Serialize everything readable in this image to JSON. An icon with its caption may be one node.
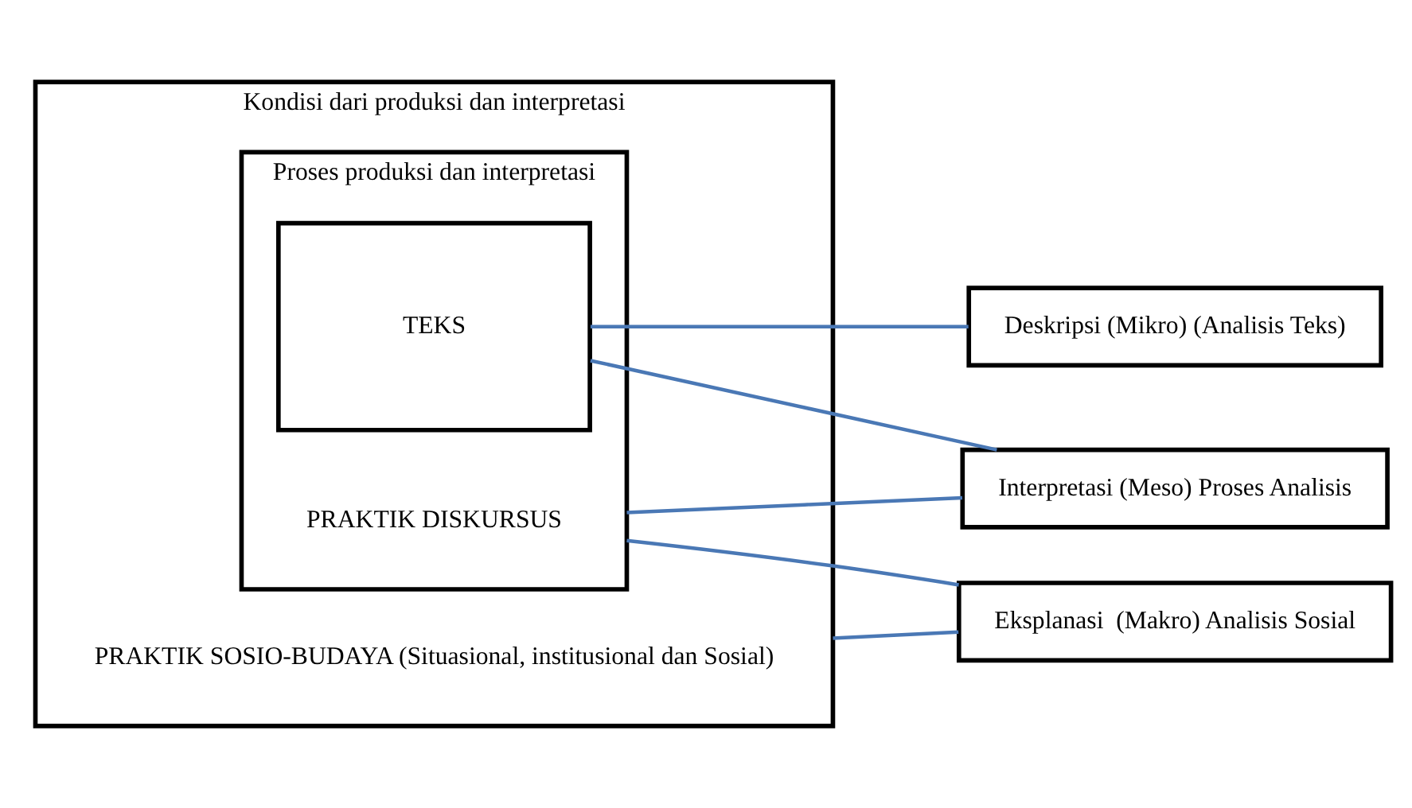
{
  "diagram": {
    "nodes": [
      {
        "text": [
          "Kondisi dari produksi dan interpretasi",
          "PRAKTIK SOSIO-BUDAYA (Situasional, institusional dan Sosial)"
        ]
      },
      {
        "text": [
          "Proses produksi dan interpretasi",
          "PRAKTIK DISKURSUS"
        ],
        "in": 0
      },
      {
        "text": [
          "TEKS"
        ],
        "in": 1
      },
      {
        "text": [
          "Deskripsi (Mikro) (Analisis Teks)"
        ]
      },
      {
        "text": [
          "Interpretasi (Meso) Proses Analisis"
        ]
      },
      {
        "text": [
          "Eksplanasi  (Makro) Analisis Sosial"
        ]
      }
    ],
    "edges": [
      {
        "from": 2,
        "to": 3,
        "arrow": "none"
      },
      {
        "from": 2,
        "to": 4,
        "arrow": "none"
      },
      {
        "from": 1,
        "to": 4,
        "arrow": "none"
      },
      {
        "from": 1,
        "to": 5,
        "arrow": "none"
      },
      {
        "from": 0,
        "to": 5,
        "arrow": "none"
      }
    ]
  }
}
